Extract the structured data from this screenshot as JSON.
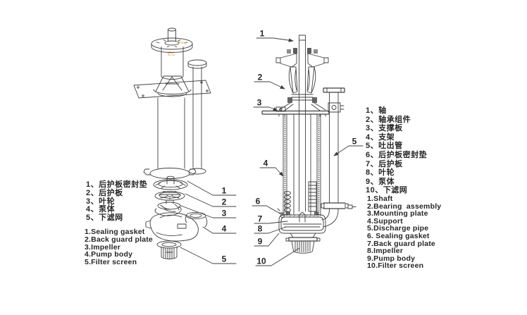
{
  "colors": {
    "background": "#ffffff",
    "line": "#3f3f3f",
    "text": "#262626",
    "watermark": "#d89a3e"
  },
  "watermark": "EC",
  "left_view": {
    "callouts": [
      "1",
      "2",
      "3",
      "4",
      "5"
    ],
    "labels_cn": [
      "1、后护板密封垫",
      "2、后护板",
      "3、叶轮",
      "4、泵体",
      "5、下滤网"
    ],
    "labels_en": [
      "1.Sealing gasket",
      "2.Back guard plate",
      "3.Impeller",
      "4.Pump body",
      "5.Filter screen"
    ]
  },
  "right_view": {
    "callouts": [
      "1",
      "2",
      "3",
      "4",
      "5",
      "6",
      "7",
      "8",
      "9",
      "10"
    ],
    "labels_cn": [
      "1、轴",
      "2、轴承组件",
      "3、支撑板",
      "4、支架",
      "5、吐出管",
      "6、后护板密封垫",
      "7、后护板",
      "8、叶轮",
      "9、泵体",
      "10、下滤网"
    ],
    "labels_en": [
      "1.Shaft",
      "2.Bearing  assembly",
      "3.Mounting plate",
      "4.Support",
      "5.Discharge pipe",
      "6. Sealing gasket",
      "7.Back guard plate",
      "8.Impeller",
      "9.Pump body",
      "10.Filter screen"
    ]
  }
}
